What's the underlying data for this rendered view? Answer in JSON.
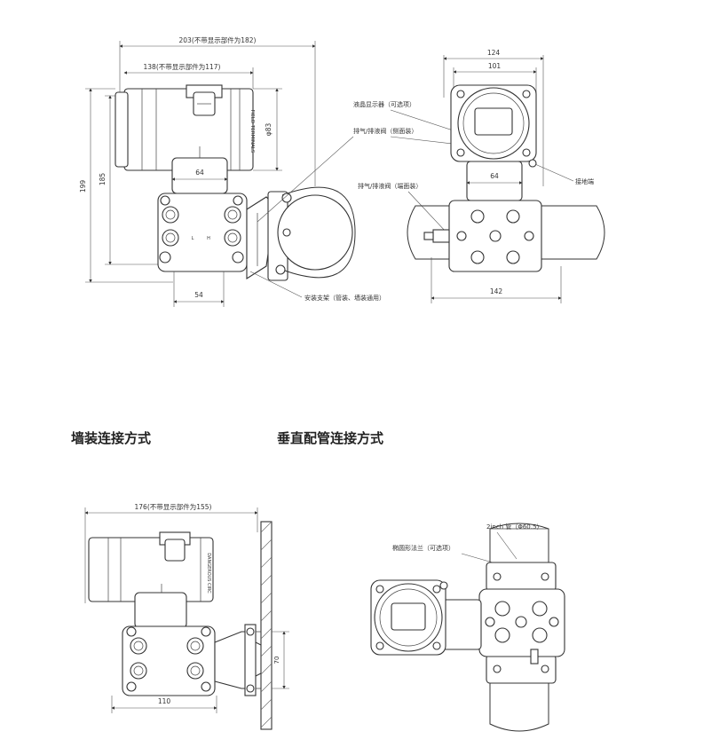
{
  "section_headings": {
    "wall_mount": "墙装连接方式",
    "vertical_pipe": "垂直配管连接方式"
  },
  "top_side_view": {
    "dim_overall": "203(不带显示部件为182)",
    "dim_second": "138(不带显示部件为117)",
    "dim_height_outer": "199",
    "dim_height_inner": "185",
    "dim_diameter": "φ83",
    "dim_body_width": "64",
    "dim_base_width": "54",
    "terminal_label": "FIELD TERMINALS",
    "flange_L": "L",
    "flange_H": "H"
  },
  "top_front_view": {
    "dim_outer": "124",
    "dim_inner": "101",
    "dim_body": "64",
    "dim_bottom": "142"
  },
  "callouts": {
    "lcd": "液晶显示器（可选项）",
    "vent_side": "排气/排液阀（侧面装）",
    "vent_end": "排气/排液阀（端面装）",
    "ground": "接地端",
    "bracket": "安装支架（管装、墙装通用）"
  },
  "wall_view": {
    "dim_overall": "176(不带显示部件为155)",
    "dim_bottom": "110",
    "dim_side": "70",
    "terminal_label": "DANGEROUS CIRC"
  },
  "pipe_view": {
    "pipe_label": "2inch 管（Φ60.5）",
    "flange_label": "椭圆形法兰（可选项）"
  }
}
